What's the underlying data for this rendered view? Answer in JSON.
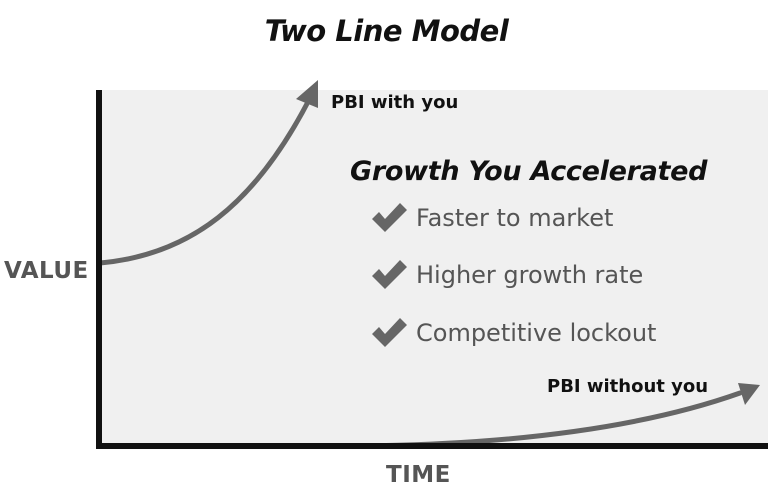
{
  "title": "Two Line Model",
  "axes": {
    "y_label": "VALUE",
    "x_label": "TIME"
  },
  "series": {
    "with": "PBI with you",
    "without": "PBI without you"
  },
  "growth": {
    "heading": "Growth You Accelerated",
    "benefits": [
      {
        "label": "Faster to market",
        "icon": "checkmark-icon"
      },
      {
        "label": "Higher growth rate",
        "icon": "checkmark-icon"
      },
      {
        "label": "Competitive lockout",
        "icon": "checkmark-icon"
      }
    ]
  },
  "colors": {
    "panel_fill": "#f0f0f0",
    "axis": "#111111",
    "curve": "#666666",
    "muted_text": "#555555"
  }
}
